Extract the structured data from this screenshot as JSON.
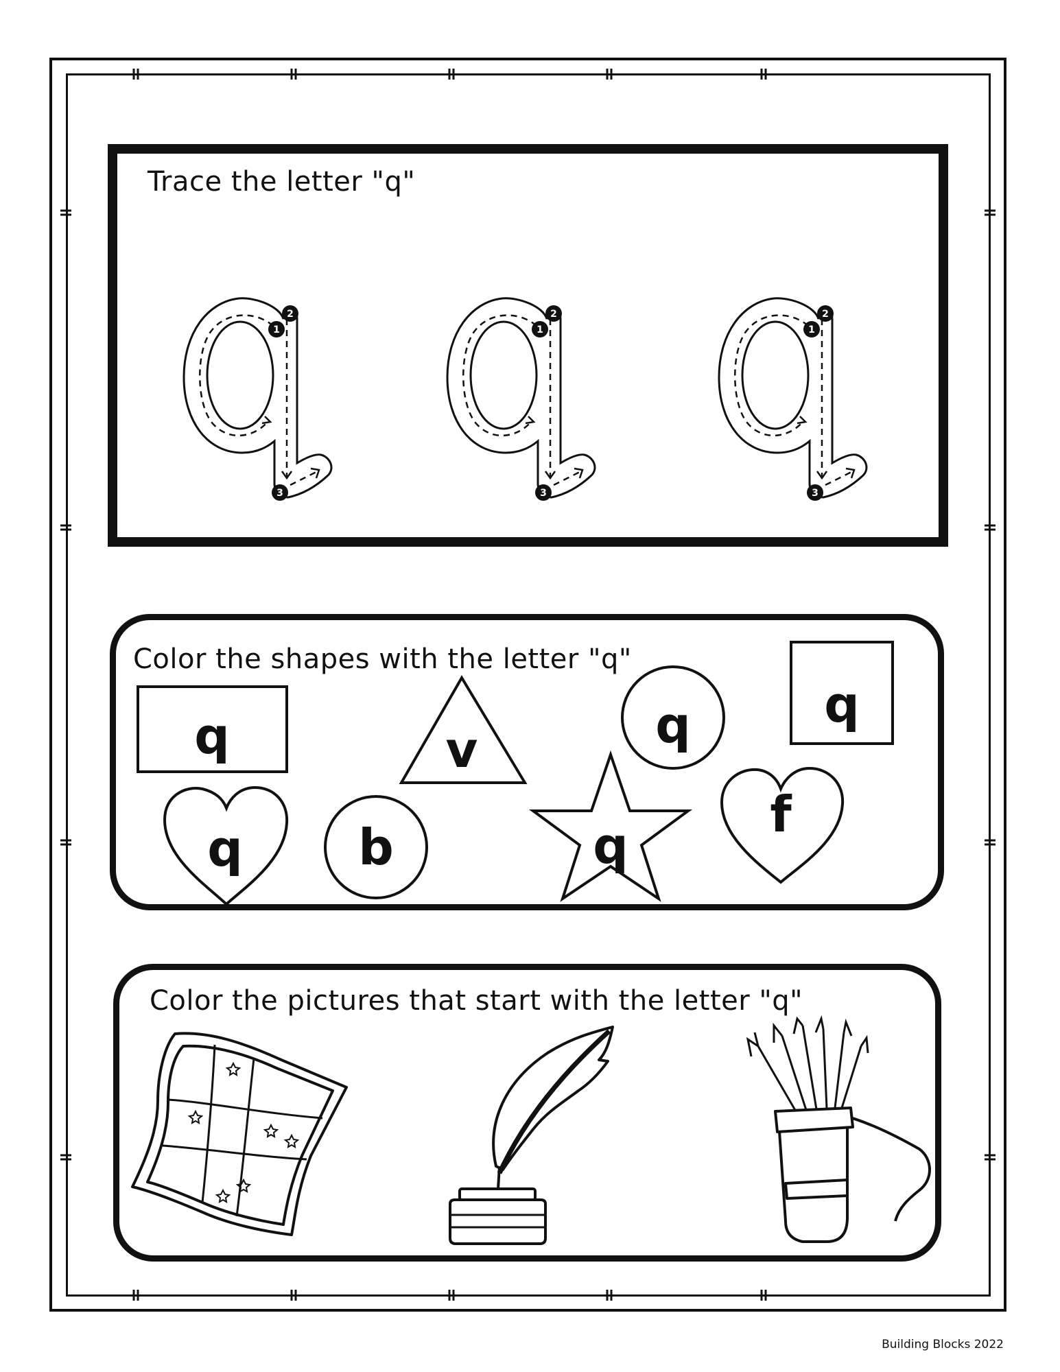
{
  "sections": {
    "trace": {
      "title": "Trace the letter \"q\"",
      "letter": "q",
      "step_labels": [
        "1",
        "2",
        "3"
      ]
    },
    "shapes": {
      "title": "Color the shapes with the letter \"q\"",
      "items": [
        {
          "shape": "rectangle",
          "letter": "q"
        },
        {
          "shape": "triangle",
          "letter": "v"
        },
        {
          "shape": "circle",
          "letter": "q"
        },
        {
          "shape": "square",
          "letter": "q"
        },
        {
          "shape": "heart",
          "letter": "q"
        },
        {
          "shape": "circle",
          "letter": "b"
        },
        {
          "shape": "star",
          "letter": "q"
        },
        {
          "shape": "heart",
          "letter": "f"
        }
      ]
    },
    "pictures": {
      "title": "Color the pictures that start with the letter \"q\"",
      "items": [
        {
          "icon": "quilt-icon"
        },
        {
          "icon": "quill-and-ink-icon"
        },
        {
          "icon": "quiver-icon"
        }
      ]
    }
  },
  "footer": "Building Blocks 2022"
}
